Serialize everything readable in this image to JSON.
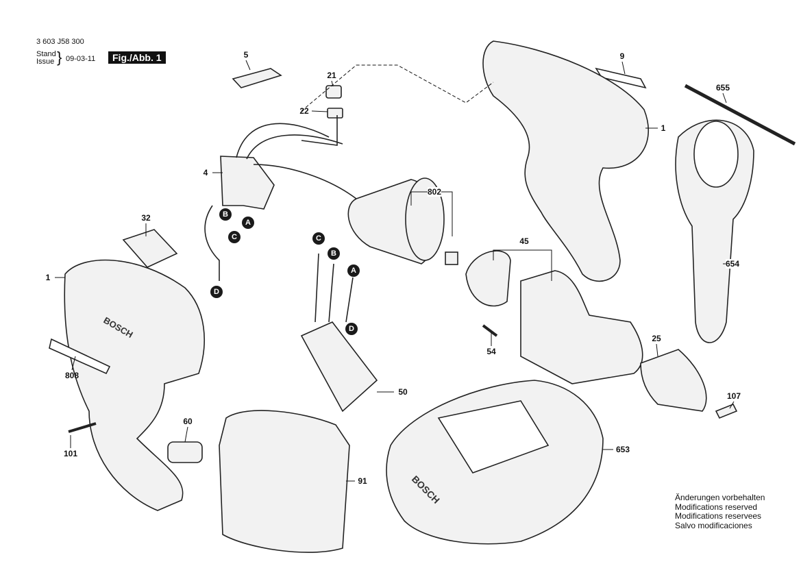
{
  "header": {
    "part_number": "3 603 J58 300",
    "stand_label": "Stand",
    "issue_label": "Issue",
    "date": "09-03-11",
    "figure": "Fig./Abb. 1"
  },
  "callouts": {
    "p5": "5",
    "p21": "21",
    "p22": "22",
    "p9": "9",
    "p1a": "1",
    "p655": "655",
    "p4": "4",
    "p802": "802",
    "p32": "32",
    "p1b": "1",
    "p45": "45",
    "p654": "654",
    "p54": "54",
    "p25": "25",
    "p808": "808",
    "p50": "50",
    "p107": "107",
    "p60": "60",
    "p653": "653",
    "p101": "101",
    "p91": "91"
  },
  "connectors": {
    "b1": "B",
    "a1": "A",
    "c1": "C",
    "d1": "D",
    "c2": "C",
    "b2": "B",
    "a2": "A",
    "d2": "D"
  },
  "brand_marks": {
    "housing": "BOSCH",
    "charger": "BOSCH"
  },
  "notice": [
    "Änderungen vorbehalten",
    "Modifications reserved",
    "Modifications reservees",
    "Salvo modificaciones"
  ]
}
